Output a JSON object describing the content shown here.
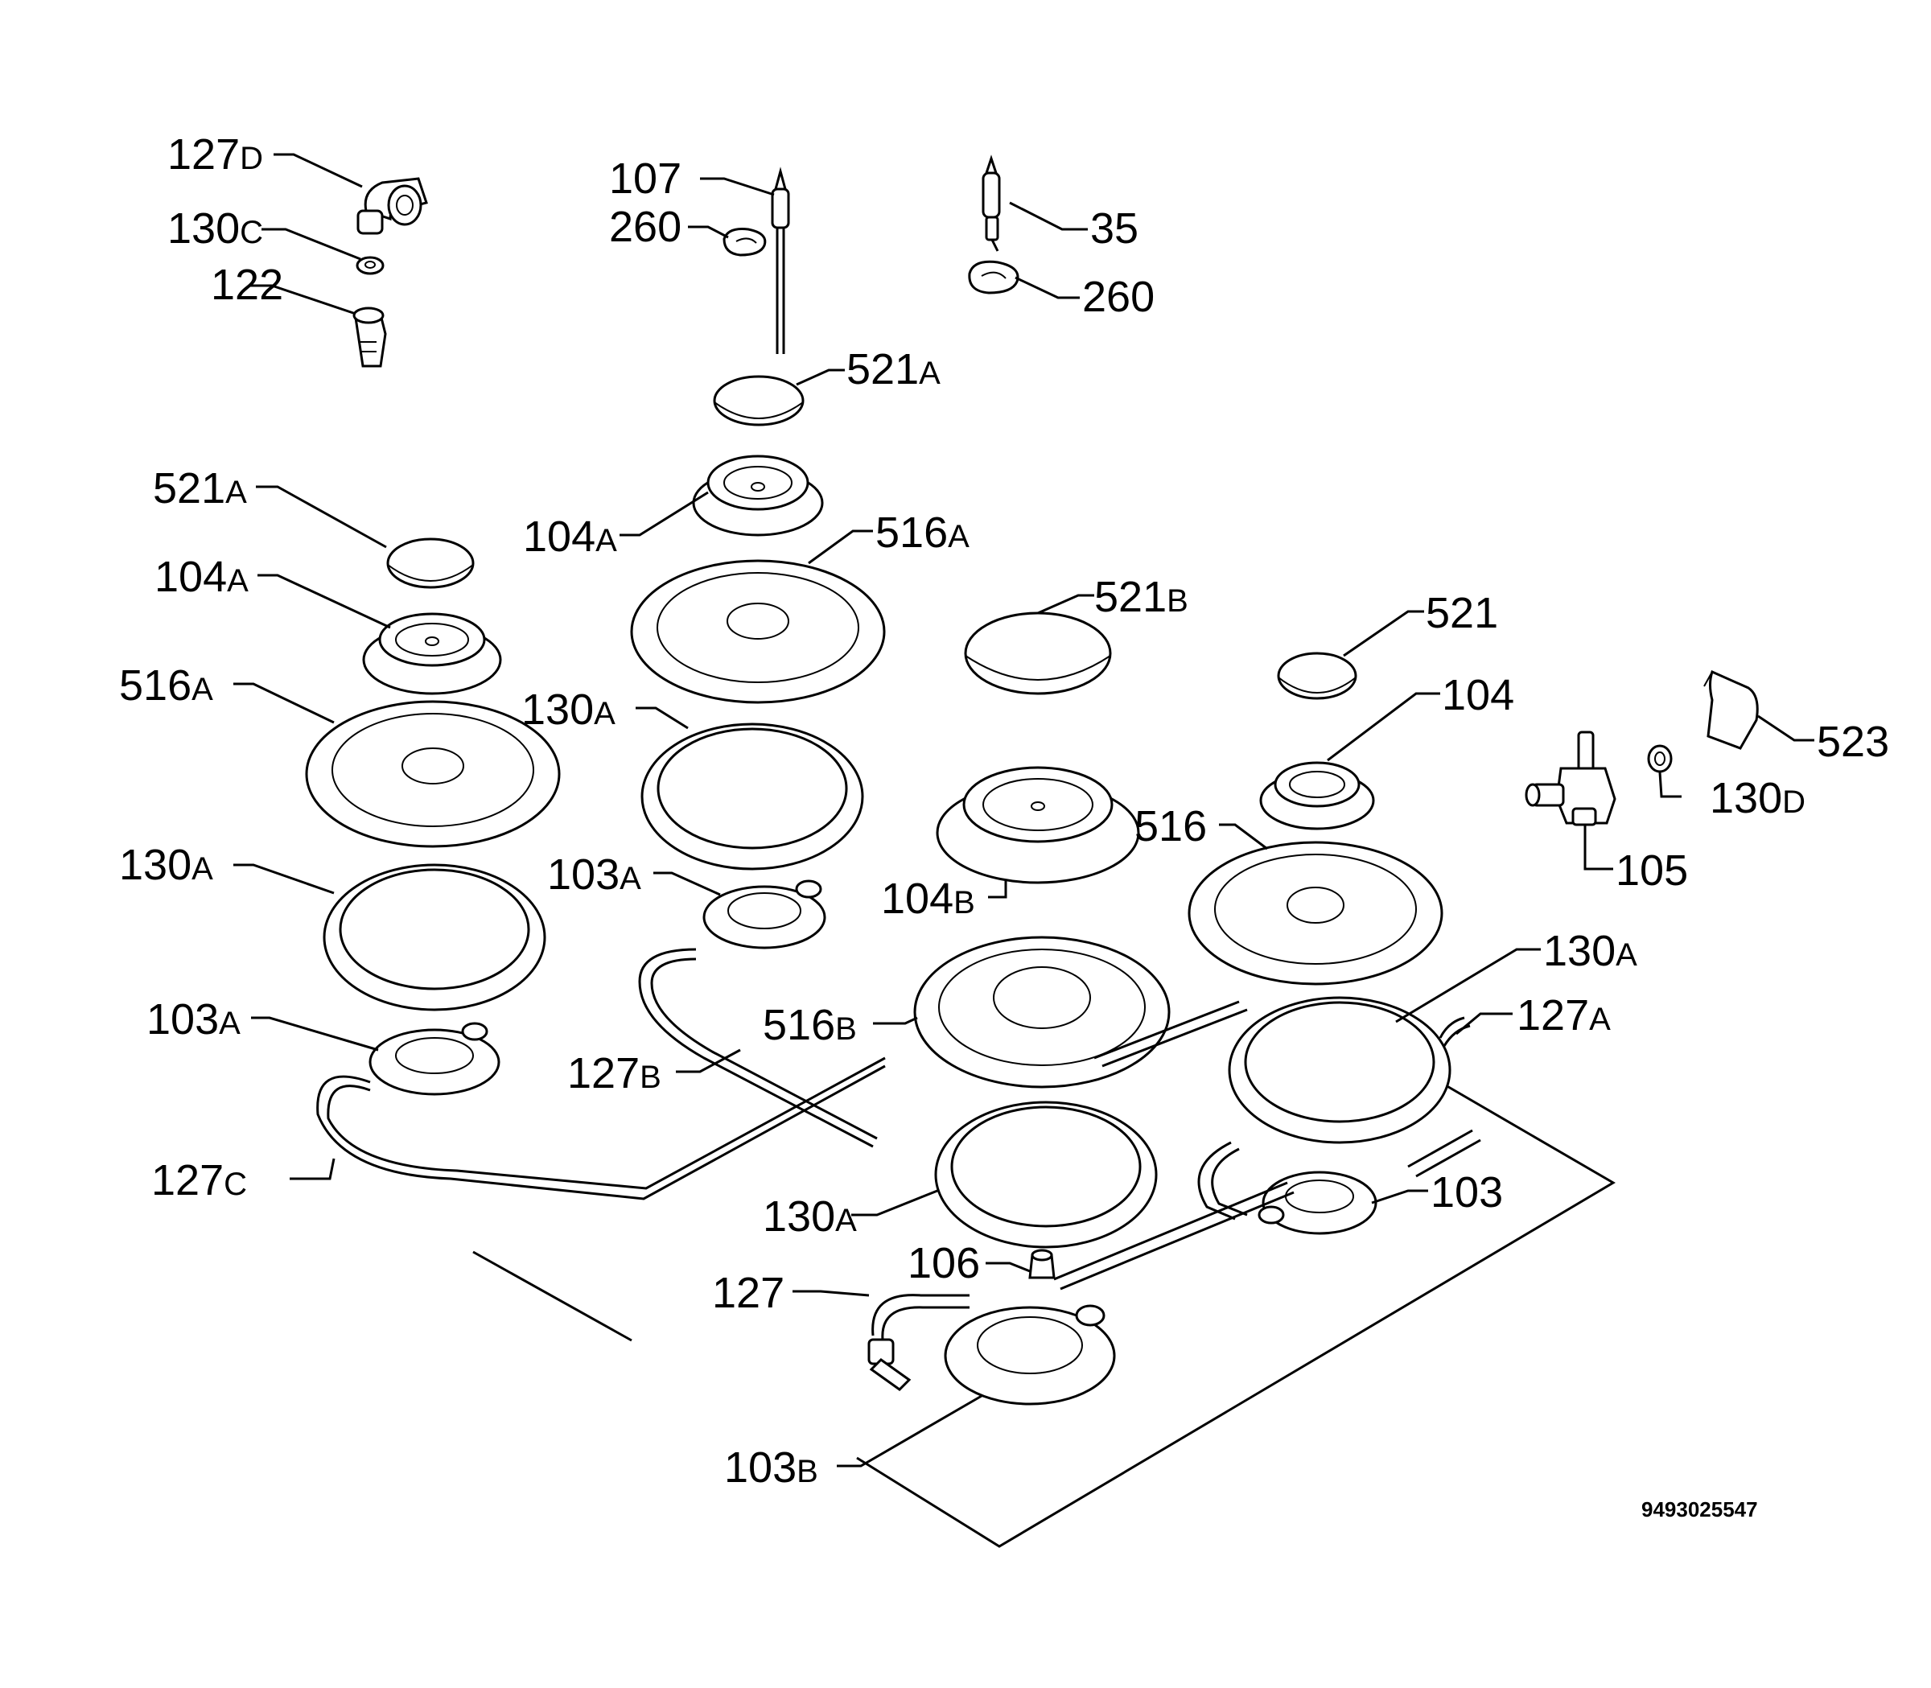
{
  "drawing": {
    "document_number": "9493025547",
    "labels": [
      {
        "id": "127D",
        "num": "127",
        "suffix": "D"
      },
      {
        "id": "130C",
        "num": "130",
        "suffix": "C"
      },
      {
        "id": "122",
        "num": "122",
        "suffix": ""
      },
      {
        "id": "107",
        "num": "107",
        "suffix": ""
      },
      {
        "id": "260-top",
        "num": "260",
        "suffix": ""
      },
      {
        "id": "35",
        "num": "35",
        "suffix": ""
      },
      {
        "id": "260-right",
        "num": "260",
        "suffix": ""
      },
      {
        "id": "521A-top",
        "num": "521",
        "suffix": "A"
      },
      {
        "id": "521A-left",
        "num": "521",
        "suffix": "A"
      },
      {
        "id": "104A-mid",
        "num": "104",
        "suffix": "A"
      },
      {
        "id": "516A-mid",
        "num": "516",
        "suffix": "A"
      },
      {
        "id": "104A-left",
        "num": "104",
        "suffix": "A"
      },
      {
        "id": "521B",
        "num": "521",
        "suffix": "B"
      },
      {
        "id": "521",
        "num": "521",
        "suffix": ""
      },
      {
        "id": "104",
        "num": "104",
        "suffix": ""
      },
      {
        "id": "523",
        "num": "523",
        "suffix": ""
      },
      {
        "id": "516A-left",
        "num": "516",
        "suffix": "A"
      },
      {
        "id": "130A-mid",
        "num": "130",
        "suffix": "A"
      },
      {
        "id": "130D",
        "num": "130",
        "suffix": "D"
      },
      {
        "id": "516",
        "num": "516",
        "suffix": ""
      },
      {
        "id": "105",
        "num": "105",
        "suffix": ""
      },
      {
        "id": "130A-left",
        "num": "130",
        "suffix": "A"
      },
      {
        "id": "103A-mid",
        "num": "103",
        "suffix": "A"
      },
      {
        "id": "104B",
        "num": "104",
        "suffix": "B"
      },
      {
        "id": "130A-right",
        "num": "130",
        "suffix": "A"
      },
      {
        "id": "103A-left",
        "num": "103",
        "suffix": "A"
      },
      {
        "id": "516B",
        "num": "516",
        "suffix": "B"
      },
      {
        "id": "127A",
        "num": "127",
        "suffix": "A"
      },
      {
        "id": "127B",
        "num": "127",
        "suffix": "B"
      },
      {
        "id": "127C",
        "num": "127",
        "suffix": "C"
      },
      {
        "id": "103",
        "num": "103",
        "suffix": ""
      },
      {
        "id": "130A-bottom",
        "num": "130",
        "suffix": "A"
      },
      {
        "id": "106",
        "num": "106",
        "suffix": ""
      },
      {
        "id": "127",
        "num": "127",
        "suffix": ""
      },
      {
        "id": "103B",
        "num": "103",
        "suffix": "B"
      }
    ]
  }
}
